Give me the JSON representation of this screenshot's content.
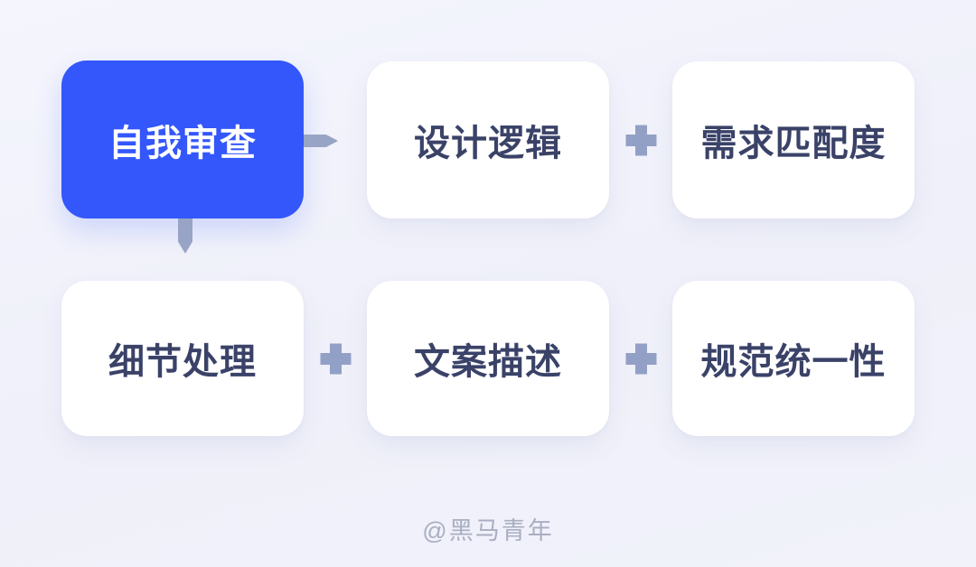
{
  "diagram": {
    "cards": [
      {
        "label": "自我审查",
        "variant": "primary",
        "row": 1,
        "col": 1
      },
      {
        "label": "设计逻辑",
        "variant": "default",
        "row": 1,
        "col": 2
      },
      {
        "label": "需求匹配度",
        "variant": "default",
        "row": 1,
        "col": 3
      },
      {
        "label": "细节处理",
        "variant": "default",
        "row": 2,
        "col": 1
      },
      {
        "label": "文案描述",
        "variant": "default",
        "row": 2,
        "col": 2
      },
      {
        "label": "规范统一性",
        "variant": "default",
        "row": 2,
        "col": 3
      }
    ],
    "connectors": [
      {
        "type": "arrow-right",
        "from": "自我审查",
        "to": "设计逻辑"
      },
      {
        "type": "plus",
        "between": [
          "设计逻辑",
          "需求匹配度"
        ]
      },
      {
        "type": "arrow-down",
        "from": "自我审查",
        "to": "细节处理"
      },
      {
        "type": "plus",
        "between": [
          "细节处理",
          "文案描述"
        ]
      },
      {
        "type": "plus",
        "between": [
          "文案描述",
          "规范统一性"
        ]
      }
    ]
  },
  "footer": {
    "credit": "@黑马青年"
  },
  "colors": {
    "background": "#F1F2FA",
    "primary_card_bg": "#3357FB",
    "primary_card_text": "#FFFFFF",
    "card_bg": "#FFFFFF",
    "card_text": "#3A4268",
    "connector": "#98A4C6",
    "footer_text": "#A9AEC2"
  }
}
